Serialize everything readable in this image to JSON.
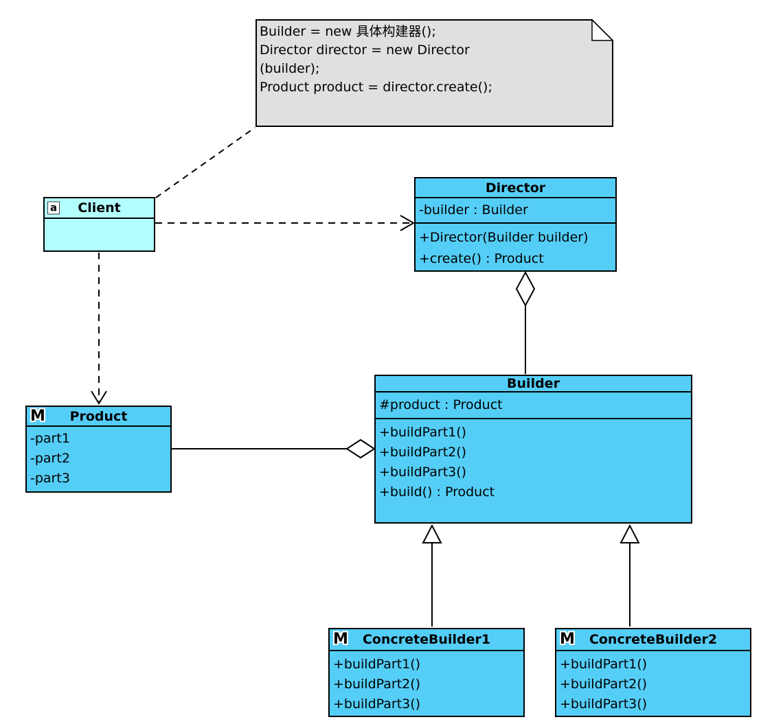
{
  "diagram": {
    "type": "uml-class-diagram",
    "pattern": "Builder"
  },
  "note": {
    "lines": [
      "Builder = new 具体构建器();",
      "Director director = new Director",
      "(builder);",
      "Product product = director.create();"
    ]
  },
  "classes": {
    "client": {
      "badge": "a",
      "name": "Client",
      "attributes": [],
      "methods": []
    },
    "director": {
      "name": "Director",
      "attributes": [
        "-builder : Builder"
      ],
      "methods": [
        "+Director(Builder builder)",
        "+create() : Product"
      ]
    },
    "builder": {
      "name": "Builder",
      "attributes": [
        "#product : Product"
      ],
      "methods": [
        "+buildPart1()",
        "+buildPart2()",
        "+buildPart3()",
        "+build() : Product"
      ]
    },
    "product": {
      "badge": "M",
      "name": "Product",
      "attributes": [
        "-part1",
        "-part2",
        "-part3"
      ],
      "methods": []
    },
    "concreteBuilder1": {
      "badge": "M",
      "name": "ConcreteBuilder1",
      "attributes": [],
      "methods": [
        "+buildPart1()",
        "+buildPart2()",
        "+buildPart3()"
      ]
    },
    "concreteBuilder2": {
      "badge": "M",
      "name": "ConcreteBuilder2",
      "attributes": [],
      "methods": [
        "+buildPart1()",
        "+buildPart2()",
        "+buildPart3()"
      ]
    }
  },
  "relationships": [
    {
      "from": "Client",
      "to": "note",
      "type": "note-anchor",
      "line": "dashed"
    },
    {
      "from": "Client",
      "to": "Director",
      "type": "dependency",
      "line": "dashed-open-arrow"
    },
    {
      "from": "Client",
      "to": "Product",
      "type": "dependency",
      "line": "dashed-open-arrow"
    },
    {
      "from": "Director",
      "to": "Builder",
      "type": "aggregation",
      "diamond_at": "Director"
    },
    {
      "from": "Builder",
      "to": "Product",
      "type": "aggregation",
      "diamond_at": "Builder"
    },
    {
      "from": "ConcreteBuilder1",
      "to": "Builder",
      "type": "generalization"
    },
    {
      "from": "ConcreteBuilder2",
      "to": "Builder",
      "type": "generalization"
    }
  ],
  "colors": {
    "class_fill": "#55CEF7",
    "client_fill": "#B3FFFF",
    "note_fill": "#E0E0E0",
    "outline": "#000000"
  }
}
